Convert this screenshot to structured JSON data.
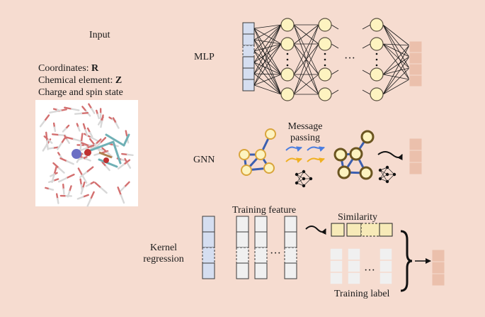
{
  "input": {
    "heading": "Input",
    "line1_prefix": "Coordinates: ",
    "line1_symbol": "R",
    "line2_prefix": "Chemical element: ",
    "line2_symbol": "Z",
    "line3": "Charge and spin state"
  },
  "mlp": {
    "label": "MLP",
    "ellipsis": "···"
  },
  "gnn": {
    "label": "GNN",
    "message_line1": "Message",
    "message_line2": "passing"
  },
  "kernel": {
    "label_line1": "Kernel",
    "label_line2": "regression",
    "training_feature": "Training feature",
    "similarity": "Similarity",
    "training_label": "Training label",
    "ellipsis1": "···",
    "ellipsis2": "···"
  },
  "colors": {
    "background": "#f6dcd0",
    "input_cell": "#d5def0",
    "neuron_fill": "#fdf3c0",
    "neuron_stroke": "#5a5040",
    "output_cell": "#ebc0ac",
    "graph_edge": "#3b5fb0",
    "graph_node": "#d9a53c",
    "arrow_blue": "#4a7de0",
    "arrow_yellow": "#f0b020",
    "similarity_cell": "#f7eab8",
    "label_cell": "#f0f0f0"
  },
  "icons": [
    "molecule-snapshot",
    "mini-network-icon",
    "curved-arrow-icon",
    "right-bracket-icon"
  ]
}
